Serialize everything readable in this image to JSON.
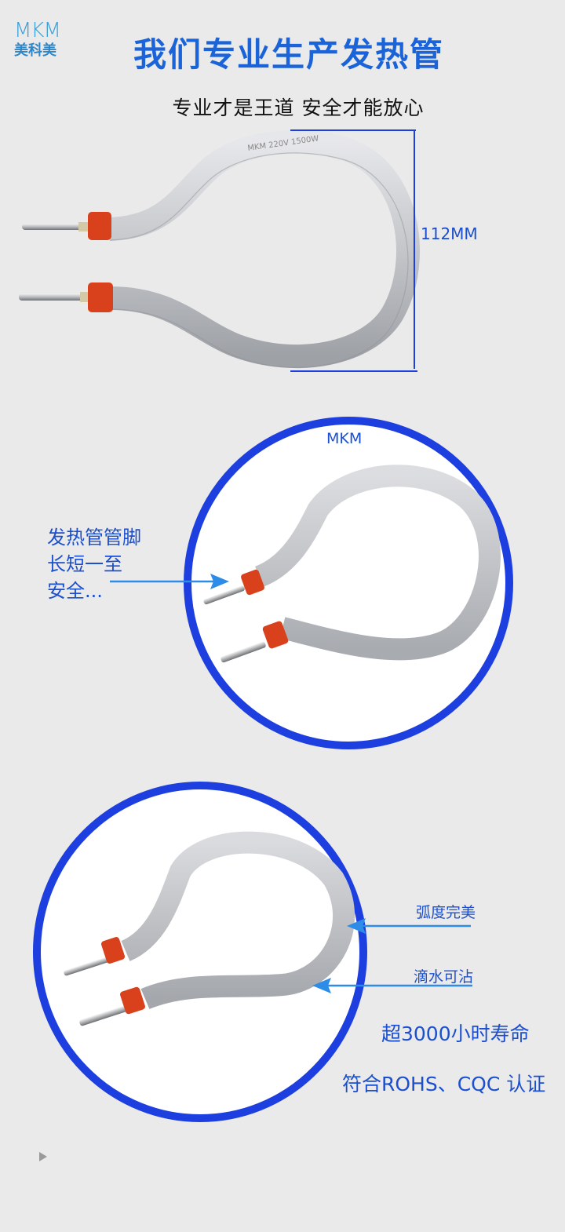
{
  "logo": {
    "mark": "MKM",
    "name": "美科美"
  },
  "header": {
    "title": "我们专业生产发热管",
    "slogan": "专业才是王道  安全才能放心"
  },
  "product_top": {
    "dimension_label": "112MM",
    "tube_print": "MKM 220V 1500W"
  },
  "panel_middle": {
    "brand": "MKM",
    "callout_lines": [
      "发热管管脚",
      "长短一至",
      "安全..."
    ]
  },
  "panel_bottom": {
    "callout_arc": "弧度完美",
    "callout_drip": "滴水可沾",
    "lifetime": "超3000小时寿命",
    "certification": "符合ROHS、CQC 认证"
  },
  "colors": {
    "accent_blue": "#1a63d8",
    "ring_blue": "#1d3fe0",
    "tube_gray": "#c8c9cc",
    "collar_red": "#d8411c",
    "arrow_blue": "#2d8ce8"
  }
}
